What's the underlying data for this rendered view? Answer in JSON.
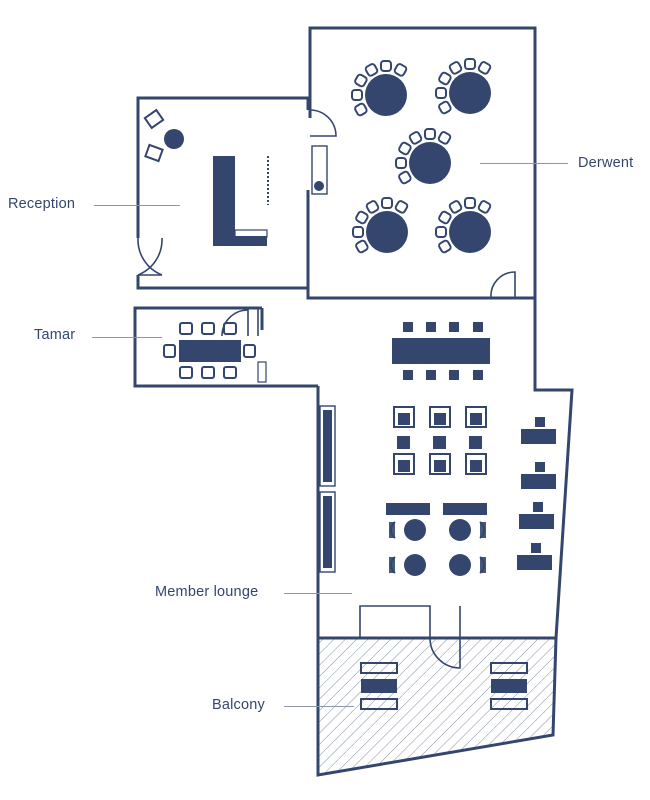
{
  "colors": {
    "wall": "#34466e",
    "furniture": "#34466e",
    "leader": "#8a96ad",
    "hatch": "#34466e",
    "background": "#ffffff"
  },
  "rooms": {
    "reception": "Reception",
    "derwent": "Derwent",
    "tamar": "Tamar",
    "member_lounge": "Member lounge",
    "balcony": "Balcony"
  }
}
